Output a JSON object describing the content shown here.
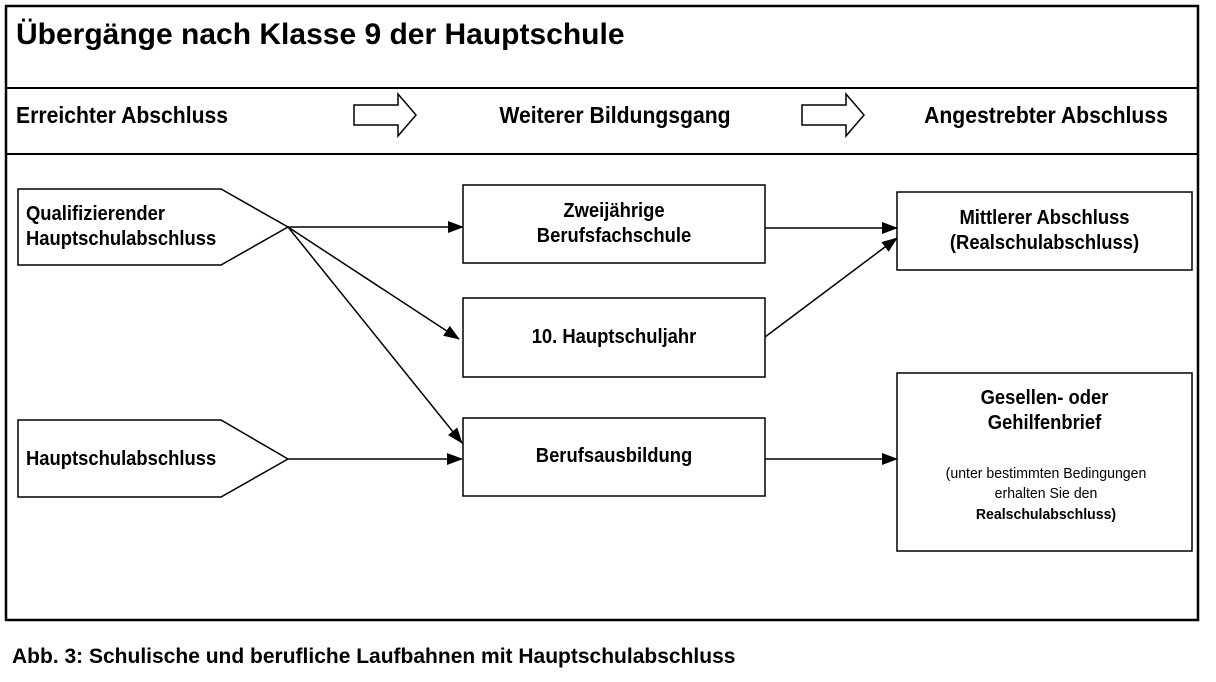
{
  "title": "Übergänge nach Klasse 9 der Hauptschule",
  "columns": {
    "left": "Erreichter Abschluss",
    "middle": "Weiterer Bildungsgang",
    "right": "Angestrebter Abschluss"
  },
  "nodes": {
    "qual_line1": "Qualifizierender",
    "qual_line2": "Hauptschulabschluss",
    "hsa": "Hauptschulabschluss",
    "bfs_line1": "Zweijährige",
    "bfs_line2": "Berufsfachschule",
    "hsj": "10. Hauptschuljahr",
    "ausb": "Berufsausbildung",
    "mittel_line1": "Mittlerer Abschluss",
    "mittel_line2": "(Realschulabschluss)",
    "gesell_line1": "Gesellen- oder",
    "gesell_line2": "Gehilfenbrief",
    "note_line1": "(unter bestimmten Bedingungen",
    "note_line2": "erhalten Sie den",
    "note_line3": "Realschulabschluss)"
  },
  "edges": [
    {
      "from": "Qualifizierender Hauptschulabschluss",
      "to": "Zweijährige Berufsfachschule"
    },
    {
      "from": "Qualifizierender Hauptschulabschluss",
      "to": "10. Hauptschuljahr"
    },
    {
      "from": "Qualifizierender Hauptschulabschluss",
      "to": "Berufsausbildung"
    },
    {
      "from": "Hauptschulabschluss",
      "to": "Berufsausbildung"
    },
    {
      "from": "Zweijährige Berufsfachschule",
      "to": "Mittlerer Abschluss (Realschulabschluss)"
    },
    {
      "from": "10. Hauptschuljahr",
      "to": "Mittlerer Abschluss (Realschulabschluss)"
    },
    {
      "from": "Berufsausbildung",
      "to": "Gesellen- oder Gehilfenbrief"
    }
  ],
  "caption": "Abb. 3: Schulische und berufliche Laufbahnen mit Hauptschulabschluss"
}
